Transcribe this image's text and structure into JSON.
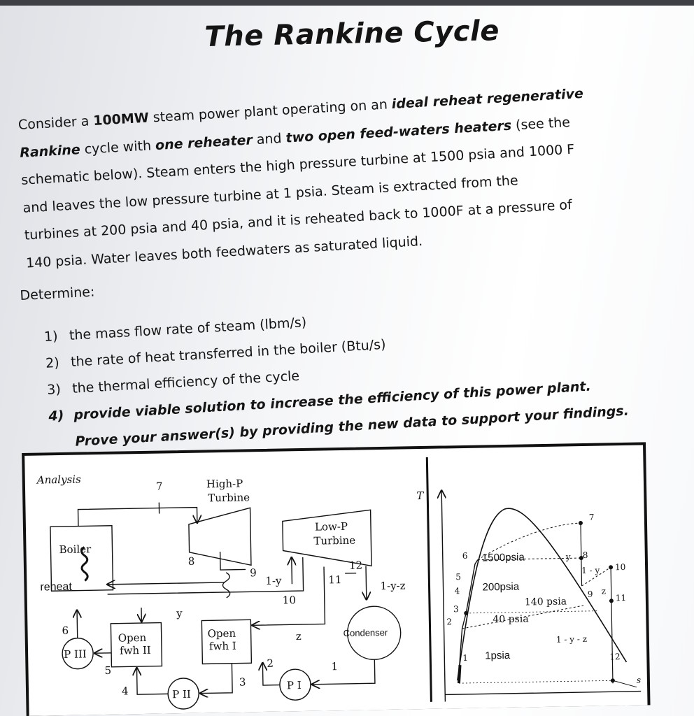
{
  "title": "The Rankine Cycle",
  "paragraph": {
    "l1": {
      "a": "Consider a ",
      "b": "100MW",
      "c": " steam power plant operating on an ",
      "d": "ideal reheat regenerative"
    },
    "l2": {
      "a": "Rankine",
      "b": " cycle with ",
      "c": "one reheater",
      "d": " and ",
      "e": "two open feed-waters heaters",
      "f": " (see the"
    },
    "l3": "schematic below). Steam enters the high pressure turbine at 1500 psia and 1000 F",
    "l4": "and leaves the low pressure turbine at 1 psia. Steam is extracted from the",
    "l5": "turbines at 200 psia and 40 psia, and it is reheated back to 1000F at a pressure of",
    "l6": "140 psia. Water leaves both feedwaters as saturated liquid."
  },
  "determine_label": "Determine:",
  "tasks": [
    {
      "num": "1)",
      "text": "the mass flow rate of steam (lbm/s)"
    },
    {
      "num": "2)",
      "text": "the rate of heat transferred in the boiler (Btu/s)"
    },
    {
      "num": "3)",
      "text": "the thermal efficiency of the cycle"
    },
    {
      "num": "4)",
      "text": "provide viable solution to increase the efficiency of this power plant.",
      "cont": "Prove your answer(s) by providing the new data to support your findings."
    }
  ],
  "schematic": {
    "analysis": "Analysis",
    "hp_turbine_1": "High-P",
    "hp_turbine_2": "Turbine",
    "lp_turbine_1": "Low-P",
    "lp_turbine_2": "Turbine",
    "boiler": "Boiler",
    "reheat": "reheat",
    "open_fwh_ii_1": "Open",
    "open_fwh_ii_2": "fwh II",
    "open_fwh_i_1": "Open",
    "open_fwh_i_2": "fwh I",
    "condenser": "Condenser",
    "pump_iii": "P III",
    "pump_ii": "P II",
    "pump_i": "P I",
    "flow_y": "y",
    "flow_1y": "1-y",
    "flow_z": "z",
    "flow_1yz": "1-y-z",
    "states": [
      "1",
      "2",
      "3",
      "4",
      "5",
      "6",
      "7",
      "8",
      "9",
      "10",
      "11",
      "12"
    ]
  },
  "ts_diagram": {
    "t_axis": "T",
    "s_axis": "s",
    "p1500": "1500psia",
    "p200": "200psia",
    "p140": "140 psia",
    "p40": "40 psia",
    "p1": "1psia",
    "flow_y": "y",
    "flow_1y": "1 - y",
    "flow_z": "z",
    "flow_1yz": "1 - y - z",
    "states": [
      "1",
      "2",
      "3",
      "4",
      "5",
      "6",
      "7",
      "8",
      "9",
      "10",
      "11",
      "12"
    ]
  }
}
